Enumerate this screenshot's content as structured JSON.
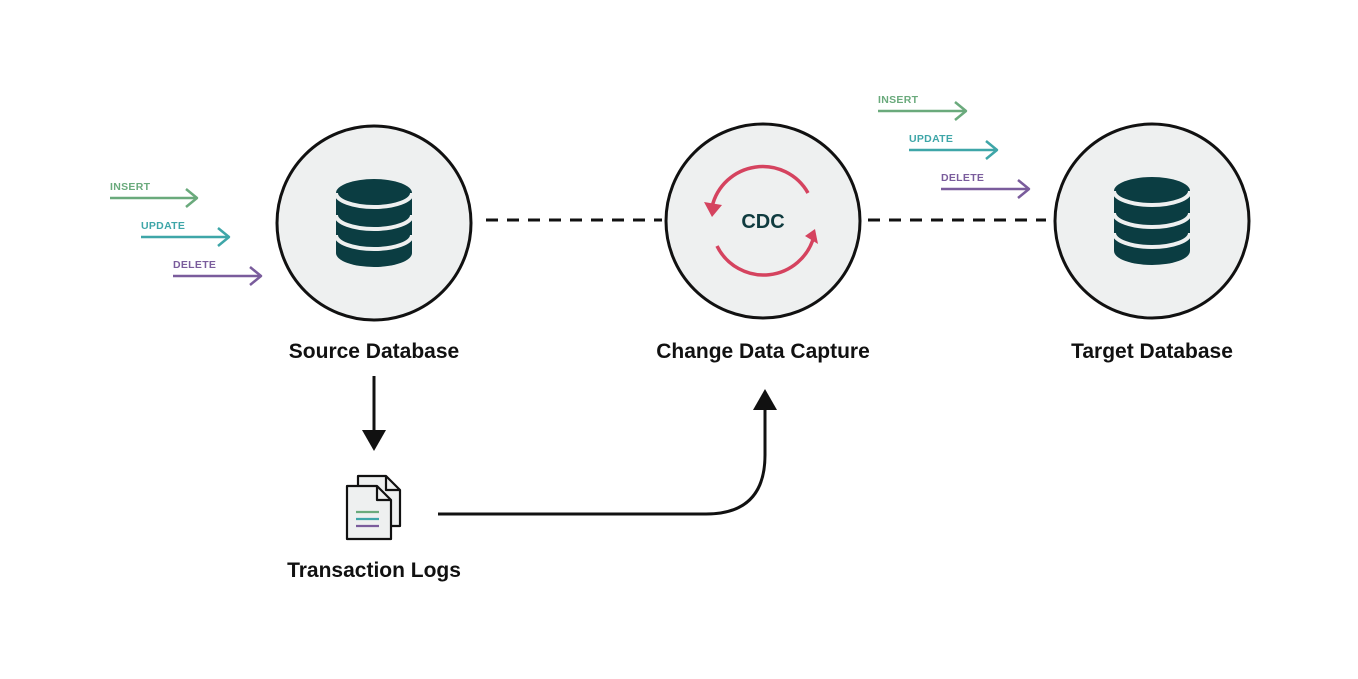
{
  "nodes": {
    "source": {
      "label": "Source Database"
    },
    "cdc": {
      "label": "Change Data Capture",
      "badge": "CDC"
    },
    "target": {
      "label": "Target Database"
    },
    "logs": {
      "label": "Transaction Logs"
    }
  },
  "operations": {
    "insert": "INSERT",
    "update": "UPDATE",
    "delete": "DELETE"
  },
  "colors": {
    "circle_fill": "#eef0f0",
    "circle_stroke": "#111111",
    "database": "#0b3d42",
    "insert": "#6aaa7c",
    "update": "#3ea6a8",
    "delete": "#7a5c9c",
    "cdc_arrows": "#d5435f",
    "doc_line_green": "#6aaa7c",
    "doc_line_teal": "#3ea6a8",
    "doc_line_purple": "#7a5c9c"
  },
  "icons": {
    "source": "database-icon",
    "target": "database-icon",
    "cdc": "sync-arrows-icon",
    "logs": "documents-icon"
  }
}
